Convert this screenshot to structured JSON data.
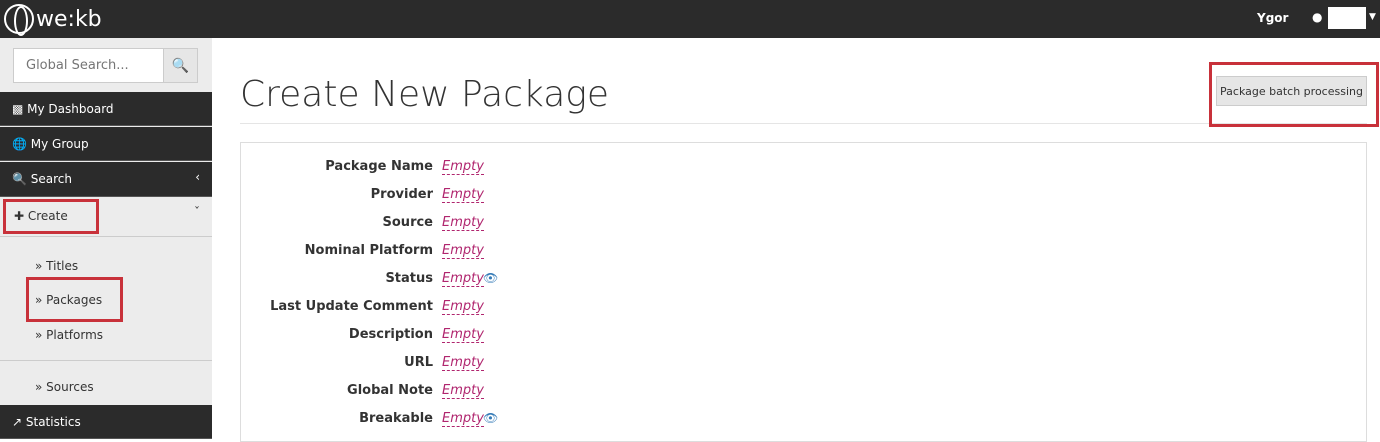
{
  "header": {
    "logo": "we:kb",
    "user": "Ygor"
  },
  "sidebar": {
    "search_placeholder": "Global Search...",
    "items": [
      {
        "label": "My Dashboard",
        "icon": "chart-icon"
      },
      {
        "label": "My Group",
        "icon": "globe-icon"
      },
      {
        "label": "Search",
        "icon": "search-icon"
      },
      {
        "label": "Create",
        "icon": "plus-icon"
      }
    ],
    "sub": [
      "Titles",
      "Packages",
      "Platforms",
      "Sources"
    ],
    "statistics": "Statistics"
  },
  "main": {
    "title": "Create New Package",
    "batch_button": "Package batch processing",
    "fields": [
      {
        "label": "Package Name",
        "value": "Empty"
      },
      {
        "label": "Provider",
        "value": "Empty"
      },
      {
        "label": "Source",
        "value": "Empty"
      },
      {
        "label": "Nominal Platform",
        "value": "Empty"
      },
      {
        "label": "Status",
        "value": "Empty",
        "eye": true
      },
      {
        "label": "Last Update Comment",
        "value": "Empty"
      },
      {
        "label": "Description",
        "value": "Empty"
      },
      {
        "label": "URL",
        "value": "Empty"
      },
      {
        "label": "Global Note",
        "value": "Empty"
      },
      {
        "label": "Breakable",
        "value": "Empty",
        "eye": true
      }
    ]
  }
}
